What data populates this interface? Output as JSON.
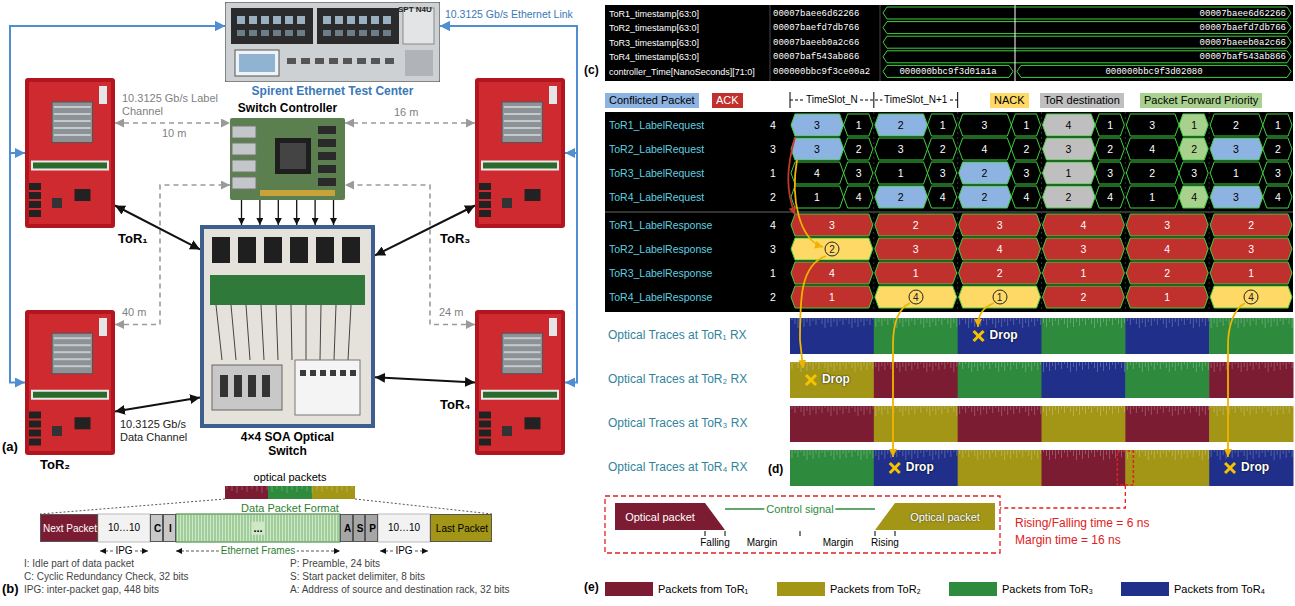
{
  "diagram": {
    "nodes": [
      {
        "text": [
          "Spirent Ethernet Test Center"
        ]
      },
      {
        "text": [
          "ToR₁"
        ]
      },
      {
        "text": [
          "ToR₃"
        ]
      },
      {
        "text": [
          "Switch Controller"
        ]
      },
      {
        "text": [
          "4×4 SOA Optical Switch"
        ]
      },
      {
        "text": [
          "ToR₂"
        ]
      },
      {
        "text": [
          "ToR₄"
        ]
      },
      {
        "text": [
          "Next Packet"
        ]
      },
      {
        "text": [
          "C"
        ]
      },
      {
        "text": [
          "I"
        ]
      },
      {
        "text": [
          "A"
        ]
      },
      {
        "text": [
          "S"
        ]
      },
      {
        "text": [
          "P"
        ]
      },
      {
        "text": [
          "Last Packet"
        ]
      }
    ],
    "edges": [
      {
        "from": 0,
        "to": 1,
        "arrow": "both"
      },
      {
        "from": 0,
        "to": 5,
        "arrow": "both"
      },
      {
        "from": 0,
        "to": 2,
        "arrow": "both"
      },
      {
        "from": 0,
        "to": 6,
        "arrow": "both"
      },
      {
        "from": 1,
        "to": 3,
        "arrow": "both",
        "label": "10 m"
      },
      {
        "from": 2,
        "to": 3,
        "arrow": "both",
        "label": "16 m"
      },
      {
        "from": 5,
        "to": 3,
        "arrow": "both",
        "label": "40 m"
      },
      {
        "from": 6,
        "to": 3,
        "arrow": "both",
        "label": "24 m"
      },
      {
        "from": 1,
        "to": 4,
        "arrow": "both"
      },
      {
        "from": 2,
        "to": 4,
        "arrow": "both"
      },
      {
        "from": 5,
        "to": 4,
        "arrow": "both"
      },
      {
        "from": 6,
        "to": 4,
        "arrow": "both"
      },
      {
        "from": 3,
        "to": 4,
        "arrow": "to"
      },
      {
        "from": 3,
        "to": 4,
        "arrow": "to"
      },
      {
        "from": 3,
        "to": 4,
        "arrow": "to"
      },
      {
        "from": 3,
        "to": 4,
        "arrow": "to"
      },
      {
        "from": 3,
        "to": 4,
        "arrow": "to"
      },
      {
        "from": 3,
        "to": 4,
        "arrow": "to"
      }
    ],
    "labels": [
      "10.3125 Gb/s Ethernet Link",
      "SPT N4U",
      "10.3125 Gb/s Label Channel",
      "10.3125 Gb/s Data Channel",
      "(a)",
      "optical packets",
      "Data Packet Format",
      "10…10",
      "...",
      "10…10",
      "IPG",
      "Ethernet Frames",
      "IPG",
      "I: Idle part of data packet",
      "C: Cyclic Redundancy Check, 32 bits",
      "IPG: inter-packet gap, 448 bits",
      "P: Preamble, 24 bits",
      "S: Start packet delimiter, 8 bits",
      "A: Address of source and destination rack, 32 bits",
      "(b)",
      "ToR1_timestamp[63:0]",
      "00007baee6d62266",
      "00007baee6d62266",
      "ToR2_timestamp[63:0]",
      "00007baefd7db766",
      "00007baefd7db766",
      "ToR3_timestamp[63:0]",
      "00007baeeb0a2c66",
      "00007baeeb0a2c66",
      "ToR4_timestamp[63:0]",
      "00007baf543ab866",
      "00007baf543ab866",
      "controller_Time[NanoSeconds][71:0]",
      "000000bbc9f3ce00a2",
      "000000bbc9f3d01a1a",
      "000000bbc9f3d02080",
      "(c)",
      "TimeSlot_N",
      "TimeSlot_N+1",
      "ToR1_LabelRequest",
      "4",
      "3",
      "1",
      "2",
      "1",
      "3",
      "1",
      "4",
      "1",
      "3",
      "1",
      "2",
      "1",
      "ToR2_LabelRequest",
      "3",
      "3",
      "2",
      "3",
      "2",
      "4",
      "2",
      "3",
      "2",
      "4",
      "2",
      "3",
      "2",
      "ToR3_LabelRequest",
      "1",
      "4",
      "3",
      "1",
      "3",
      "2",
      "3",
      "1",
      "3",
      "2",
      "3",
      "1",
      "3",
      "ToR4_LabelRequest",
      "2",
      "1",
      "4",
      "2",
      "4",
      "2",
      "4",
      "2",
      "4",
      "1",
      "4",
      "3",
      "4",
      "ToR1_LabelResponse",
      "4",
      "3",
      "2",
      "3",
      "4",
      "3",
      "2",
      "ToR2_LabelResponse",
      "3",
      "2",
      "3",
      "4",
      "3",
      "4",
      "3",
      "ToR3_LabelResponse",
      "1",
      "4",
      "1",
      "2",
      "1",
      "2",
      "1",
      "ToR4_LabelResponse",
      "2",
      "1",
      "4",
      "1",
      "2",
      "1",
      "4",
      "Optical Traces at ToR₁ RX",
      "Optical Traces at ToR₂ RX",
      "Optical Traces at ToR₃ RX",
      "Optical Traces at ToR₄ RX",
      "Drop",
      "Drop",
      "Drop",
      "Drop",
      "(d)",
      "Optical packet",
      "Control signal",
      "Optical packet",
      "Falling",
      "Margin",
      "Margin",
      "Rising",
      "Rising/Falling time = 6 ns",
      "Margin time = 16 ns",
      "(e)"
    ],
    "legend": [
      {
        "text": "Conflicted Packet",
        "color": "#8db3e2"
      },
      {
        "text": "ACK",
        "color": "#c0302c"
      },
      {
        "text": "NACK",
        "color": "#ffd966"
      },
      {
        "text": "ToR destination",
        "color": "#bfbfbf"
      },
      {
        "text": "Packet Forward Priority",
        "color": "#a9d18e"
      },
      {
        "text": "Packets from ToR₁",
        "color": "#7b1c33"
      },
      {
        "text": "Packets from ToR₂",
        "color": "#a39617"
      },
      {
        "text": "Packets from ToR₃",
        "color": "#2e8b3e"
      },
      {
        "text": "Packets from ToR₄",
        "color": "#1f2f8a"
      }
    ]
  }
}
